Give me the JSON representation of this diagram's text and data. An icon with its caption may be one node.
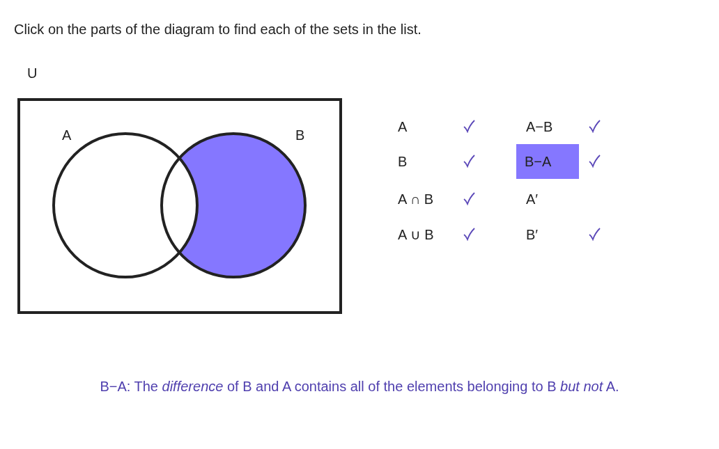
{
  "diagram": {
    "title": "Click on the parts of the diagram to find each of the sets in the list.",
    "caption": "B−A: The *difference* of B and A contains all of the elements belonging to B *but not* A.",
    "nodes": [
      {
        "text": [
          "U"
        ]
      },
      {
        "text": [
          "A"
        ],
        "in": 0
      },
      {
        "text": [
          "B"
        ],
        "in": 0
      },
      {
        "text": [
          "B−A"
        ]
      }
    ],
    "labels": [
      "A",
      "A−B",
      "B",
      "A ∩ B",
      "A′",
      "A ∪ B",
      "B′"
    ]
  }
}
